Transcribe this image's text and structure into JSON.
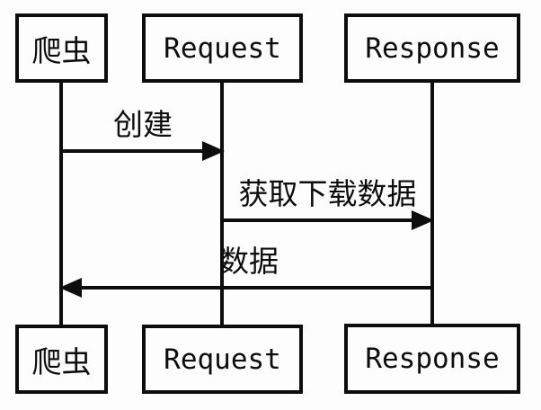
{
  "diagram": {
    "type": "sequence-diagram",
    "colors": {
      "line": "#0d0d0d",
      "background": "#fdfdfd"
    },
    "actors": [
      {
        "id": "crawler",
        "label": "爬虫"
      },
      {
        "id": "request",
        "label": "Request"
      },
      {
        "id": "response",
        "label": "Response"
      }
    ],
    "messages": [
      {
        "label": "创建",
        "from": "crawler",
        "to": "request",
        "direction": "right"
      },
      {
        "label": "获取下载数据",
        "from": "request",
        "to": "response",
        "direction": "right"
      },
      {
        "label": "数据",
        "from": "response",
        "to": "crawler",
        "direction": "left"
      }
    ]
  }
}
